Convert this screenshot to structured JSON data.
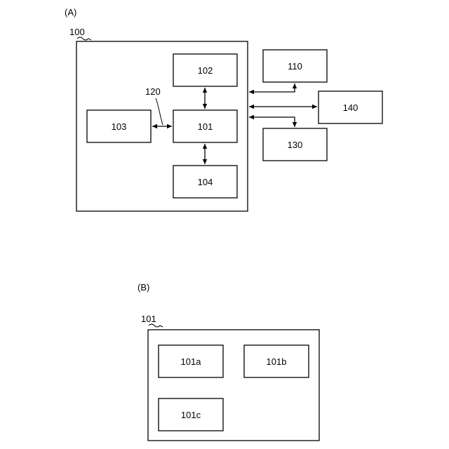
{
  "figure_a": {
    "panel_label": "(A)",
    "container": {
      "label": "100"
    },
    "boxes": {
      "b101": "101",
      "b102": "102",
      "b103": "103",
      "b104": "104",
      "b110": "110",
      "b130": "130",
      "b140": "140"
    },
    "bus_label": "120"
  },
  "figure_b": {
    "panel_label": "(B)",
    "container": {
      "label": "101"
    },
    "boxes": {
      "b101a": "101a",
      "b101b": "101b",
      "b101c": "101c"
    }
  }
}
